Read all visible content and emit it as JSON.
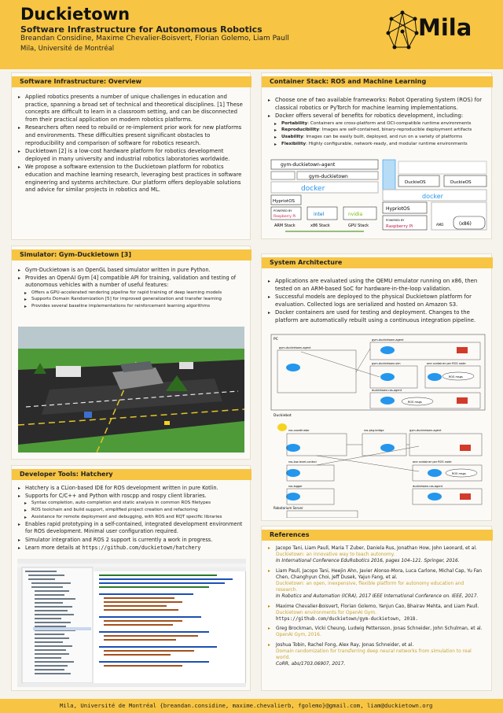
{
  "header": {
    "title": "Duckietown",
    "subtitle": "Software Infrastructure for Autonomous Robotics",
    "authors": "Breandan Considine, Maxime Chevalier-Boisvert, Florian Golemo, Liam Paull",
    "affiliation": "Mila, Université de Montréal",
    "logo_text": "Mila"
  },
  "panels": {
    "overview": {
      "title": "Software Infrastructure: Overview",
      "items": [
        "Applied robotics presents a number of unique challenges in education and practice, spanning a broad set of technical and theoretical disciplines. [1] These concepts are difficult to learn in a classroom setting, and can be disconnected from their practical application on modern robotics platforms.",
        "Researchers often need to rebuild or re-implement prior work for new platforms and environments. These difficulties present significant obstacles to reproducibility and comparison of software for robotics research.",
        "Duckietown [2] is a low-cost hardware platform for robotics development deployed in many university and industrial robotics laboratories worldwide.",
        "We propose a software extension to the Duckietown platform for robotics education and machine learning research, leveraging best practices in software engineering and systems architecture. Our platform offers deployable solutions and advice for similar projects in robotics and ML."
      ]
    },
    "simulator": {
      "title": "Simulator: Gym-Duckietown [3]",
      "items": [
        "Gym-Duckietown is an OpenGL based simulator written in pure Python.",
        "Provides an OpenAI Gym [4] compatible API for training, validation and testing of autonomous vehicles with a number of useful features:"
      ],
      "sub": [
        "Offers a GPU-accelerated rendering pipeline for rapid training of deep learning models",
        "Supports Domain Randomization [5] for improved generalization and transfer learning",
        "Provides several baseline implementations for reinforcement learning algorithms"
      ]
    },
    "devtools": {
      "title": "Developer Tools: Hatchery",
      "items_a": [
        "Hatchery is a CLion-based IDE for ROS development written in pure Kotlin.",
        "Supports for C/C++ and Python with roscpp and rospy client libraries."
      ],
      "sub": [
        "Syntax completion, auto-completion and static analysis in common ROS filetypes",
        "ROS toolchain and build support, simplified project creation and refactoring",
        "Assistance for remote deployment and debugging, with ROS and RQT specific libraries"
      ],
      "items_b": [
        "Enables rapid prototyping in a self-contained, integrated development environment for ROS development. Minimal user configuration required.",
        "Simulator integration and ROS 2 support is currently a work in progress."
      ],
      "learn_more": "Learn more details at",
      "learn_url": "https://github.com/duckietown/hatchery"
    },
    "container": {
      "title": "Container Stack: ROS and Machine Learning",
      "items": [
        "Choose one of two available frameworks: Robot Operating System (ROS) for classical robotics or PyTorch for machine learning implementations.",
        "Docker offers several of benefits for robotics development, including:"
      ],
      "benefits": [
        {
          "k": "Portability",
          "v": "Containers are cross-platform and OCI-compatible runtime environments"
        },
        {
          "k": "Reproducibility",
          "v": "Images are self-contained, binary-reproducible deployment artifacts"
        },
        {
          "k": "Usability",
          "v": "Images can be easily built, deployed, and run on a variety of platforms"
        },
        {
          "k": "Flexibility",
          "v": "Highly configurable, network-ready, and modular runtime environments"
        }
      ],
      "fig": {
        "agent": "gym-duckietown-agent",
        "gym": "gym-duckietown",
        "docker": "docker",
        "hypriot": "HypriotOS",
        "rpi": "Raspberry Pi",
        "powered": "POWERED BY",
        "intel": "intel",
        "nvidia": "nvidia",
        "arm": "ARM Stack",
        "x86": "x86 Stack",
        "gpu": "GPU Stack",
        "duckieos": "DuckieOS",
        "x86paren": "(x86)",
        "amd": "AMD"
      }
    },
    "system": {
      "title": "System Architecture",
      "items": [
        "Applications are evaluated using the QEMU emulator running on x86, then tested on an ARM-based SoC for hardware-in-the-loop validation.",
        "Successful models are deployed to the physical Duckietown platform for evaluation. Collected logs are serialized and hosted on Amazon S3.",
        "Docker containers are used for testing and deployment. Changes to the platform are automatically rebuilt using a continuous integration pipeline."
      ],
      "fig": {
        "pc": "PC",
        "duckiebot": "Duckiebot",
        "server": "Robotarium Server",
        "agent": "gym-duckietown-agent",
        "sim": "gym-duckietown-sim",
        "rospd": "one container per ROS node",
        "agent2": "duckietown-ros-agent",
        "coord": "ros-coordinator",
        "bridge": "ros-pkg-bridge",
        "agent3": "gym-duckietown-agent",
        "lowlevel": "ros-low-level-control",
        "logger": "ros-logger",
        "agent4": "duckietown-ros-agent",
        "rosmsgs": "ROS msgs",
        "rosmsgs2": "ROS msgs",
        "rosmsgs3": "ROS msgs"
      }
    },
    "references": {
      "title": "References",
      "refs": [
        {
          "a": "Jacopo Tani, Liam Paull, Maria T Zuber, Daniela Rus, Jonathan How, John Leonard, et al.",
          "t": "Duckietown: an innovative way to teach autonomy.",
          "v": "In International Conference EduRobotics 2016, pages 104–121. Springer, 2016."
        },
        {
          "a": "Liam Paull, Jacopo Tani, Heejin Ahn, Javier Alonso-Mora, Luca Carlone, Michal Cap, Yu Fan Chen, Changhyun Choi, Jeff Dusek, Yajun Fang, et al.",
          "t": "Duckietown: an open, inexpensive, flexible platform for autonomy education and research.",
          "v": "In Robotics and Automation (ICRA), 2017 IEEE International Conference on. IEEE, 2017."
        },
        {
          "a": "Maxime Chevalier-Boisvert, Florian Golemo, Yanjun Cao, Bhairav Mehta, and Liam Paull.",
          "t": "Duckietown environments for OpenAI Gym.",
          "v": "https://github.com/duckietown/gym-duckietown, 2018."
        },
        {
          "a": "Greg Brockman, Vicki Cheung, Ludwig Pettersson, Jonas Schneider, John Schulman, et al.",
          "t": "OpenAI Gym, 2016.",
          "v": ""
        },
        {
          "a": "Joshua Tobin, Rachel Fong, Alex Ray, Jonas Schneider, et al.",
          "t": "Domain randomization for transferring deep neural networks from simulation to real world.",
          "v": "CoRR, abs/1703.06907, 2017."
        }
      ]
    }
  },
  "footer": {
    "text": "Mila, Université de Montréal {breandan.considine, maxime.chevalierb, fgolemo}@gmail.com, liam@duckietown.org"
  },
  "colors": {
    "accent": "#f7c543",
    "panel": "#fbfaf6",
    "docker": "#2496ed",
    "rpi": "#c51a4a"
  }
}
